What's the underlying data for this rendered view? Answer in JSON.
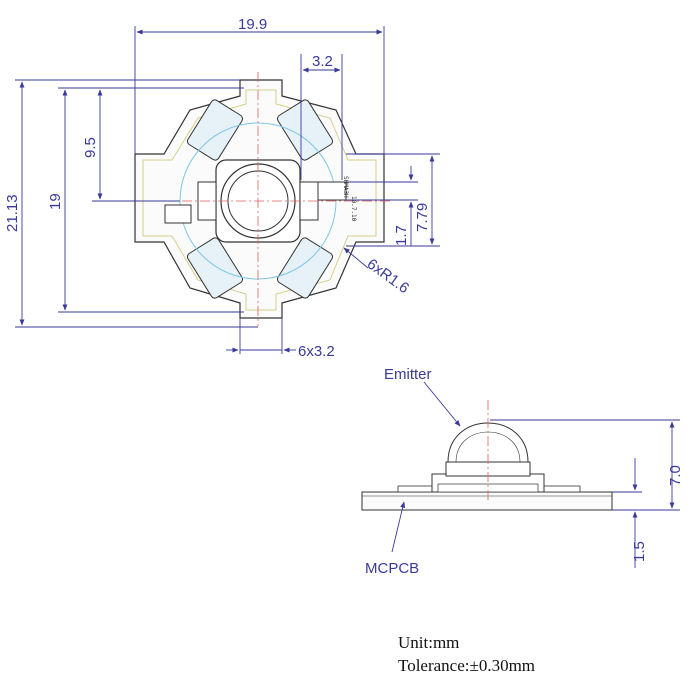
{
  "colors": {
    "dimension": "#3a3a9a",
    "outline": "#333333",
    "pad_fill": "#e6f2f7",
    "trace": "#d6cf8a",
    "center_line": "#e06060",
    "lens_ring": "#7fc6e6"
  },
  "top_view": {
    "dims": {
      "width": "19.9",
      "slot_offset": "3.2",
      "height_total": "21.13",
      "height_flat": "19",
      "half_height": "9.5",
      "pad_offset": "7.79",
      "pad_width": "1.7",
      "corner_radius": "6xR1.6",
      "slot_width": "6x3.2"
    },
    "board_marking_1": "SHMA3H",
    "board_marking_2": "10.7.10"
  },
  "side_view": {
    "emitter_label": "Emitter",
    "mcpcb_label": "MCPCB",
    "dims": {
      "total_height": "7.0",
      "board_thickness": "1.5"
    }
  },
  "notes": {
    "unit": "Unit:mm",
    "tolerance": "Tolerance:±0.30mm"
  }
}
